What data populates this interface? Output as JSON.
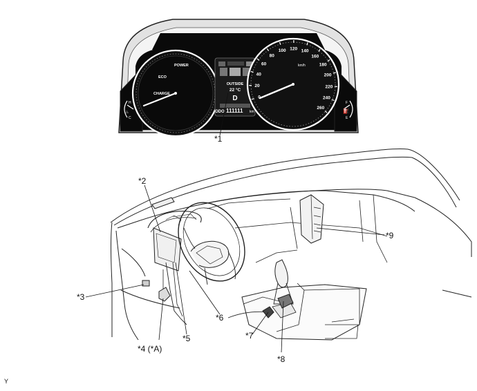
{
  "cluster": {
    "tach": {
      "power": "POWER",
      "eco": "ECO",
      "charge": "CHARGE"
    },
    "speedo": {
      "ticks": [
        "0",
        "20",
        "40",
        "60",
        "80",
        "100",
        "120",
        "140",
        "160",
        "180",
        "200",
        "220",
        "240",
        "260"
      ],
      "unit": "km/h"
    },
    "center": {
      "outside": "OUTSIDE",
      "temp": "22 °C",
      "gear": "D",
      "odo_label": "ODO",
      "odo_value": "111111",
      "odo_unit": "km"
    },
    "gauge_left": {
      "h": "H",
      "c": "C"
    },
    "gauge_right": {
      "f": "F",
      "e": "E"
    }
  },
  "callouts": {
    "c1": "*1",
    "c2": "*2",
    "c3": "*3",
    "c4": "*4 (*A)",
    "c5": "*5",
    "c6": "*6",
    "c7": "*7",
    "c8": "*8",
    "c9": "*9"
  },
  "figure_id": "Y",
  "colors": {
    "ink": "#111111",
    "panel_black": "#0a0a0a",
    "grey_frame": "#cfcfcf"
  }
}
